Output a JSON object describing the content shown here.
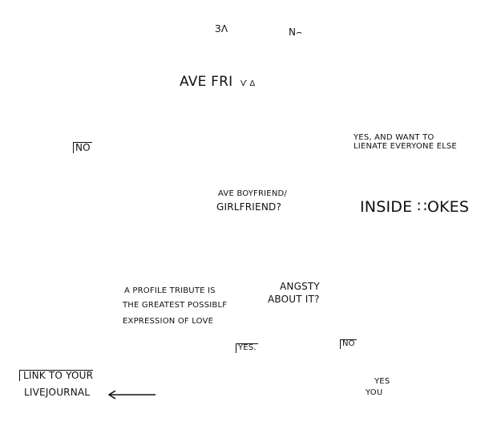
{
  "labels": {
    "top_left_fragment": "зΛ",
    "top_right_fragment": "N⌢",
    "have_friends_partial": "AVE FRI",
    "have_friends_tail": "ѵ Δ",
    "no_left": "NO",
    "yes_alienate": [
      "YES, AND WANT TO",
      "LIENATE EVERYONE ELSE"
    ],
    "have_boyfriend": [
      "AVE BOYFRIEND/",
      "GIRLFRIEND?"
    ],
    "inside_jokes": "INSIDE ∷OKES",
    "profile_tribute": [
      "A PROFILE TRIBUTE IS",
      "THE GREATEST POSSIBLF",
      "EXPRESSION OF LOVE"
    ],
    "angsty": [
      "ANGSTY",
      "ABOUT IT?"
    ],
    "yes_mid": "YES.",
    "no_mid": "NO",
    "link_livejournal": [
      "LINK TO YOUR",
      "LIVEJOURNAL"
    ],
    "yes_you": [
      "YES",
      "YOU"
    ]
  },
  "colors": {
    "ink": "#111111",
    "background": "#ffffff"
  }
}
